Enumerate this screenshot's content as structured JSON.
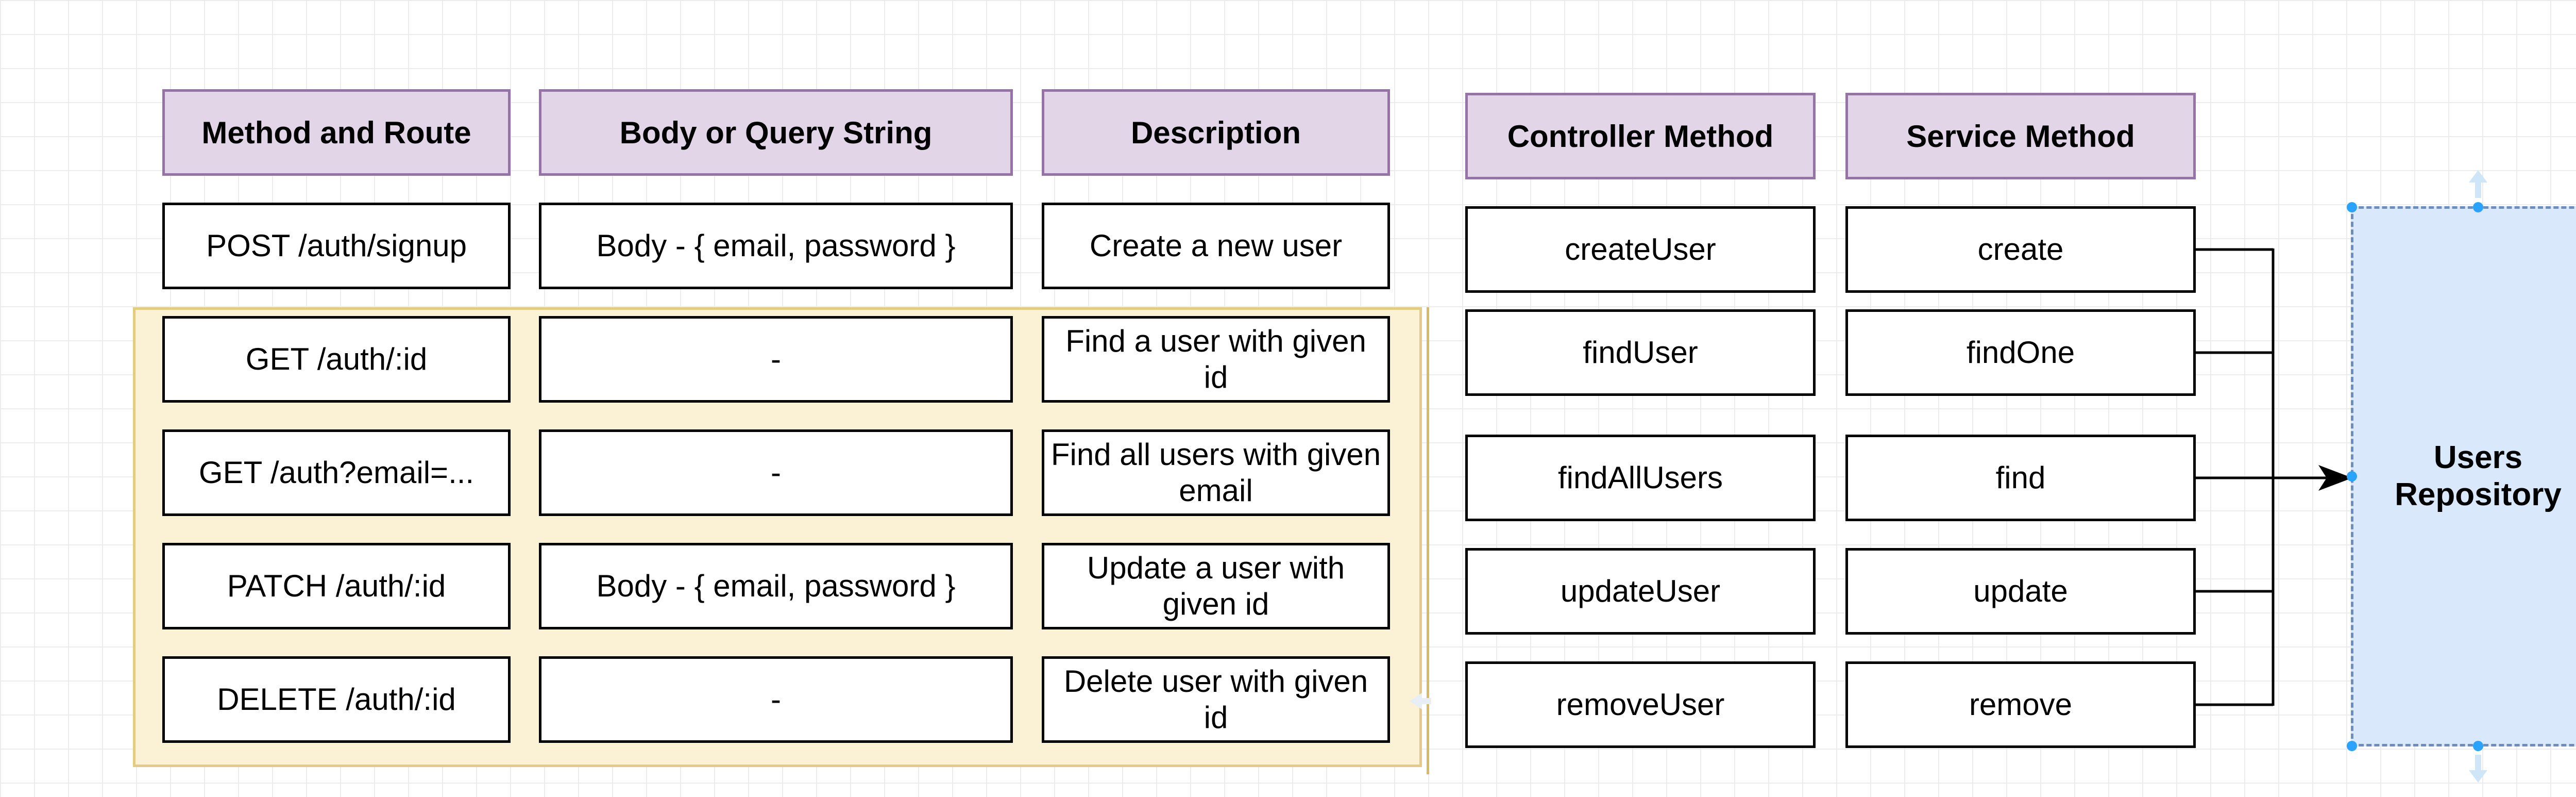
{
  "headers": {
    "method_route": "Method and Route",
    "body_query": "Body or Query String",
    "description": "Description",
    "controller_method": "Controller Method",
    "service_method": "Service Method"
  },
  "rows": [
    {
      "route": "POST /auth/signup",
      "body": "Body - { email, password }",
      "description": "Create a new user",
      "controller": "createUser",
      "service": "create"
    },
    {
      "route": "GET /auth/:id",
      "body": "-",
      "description": "Find a user with given id",
      "controller": "findUser",
      "service": "findOne"
    },
    {
      "route": "GET /auth?email=...",
      "body": "-",
      "description": "Find all users with given email",
      "controller": "findAllUsers",
      "service": "find"
    },
    {
      "route": "PATCH /auth/:id",
      "body": "Body - { email, password }",
      "description": "Update a user with given id",
      "controller": "updateUser",
      "service": "update"
    },
    {
      "route": "DELETE /auth/:id",
      "body": "-",
      "description": "Delete user with given id",
      "controller": "removeUser",
      "service": "remove"
    }
  ],
  "repository": {
    "label": "Users Repository"
  },
  "colors": {
    "header_fill": "#e1d5e7",
    "header_border": "#9673a6",
    "highlight_fill": "#fbf1d4",
    "highlight_border": "#e6ca82",
    "repo_fill": "#dae8fc",
    "repo_border": "#6c8ebf",
    "selection_handle": "#29a3ff"
  },
  "icons": {
    "rotate_handle": "rotate-icon",
    "hint_arrows": "arrow-hint-icon"
  }
}
